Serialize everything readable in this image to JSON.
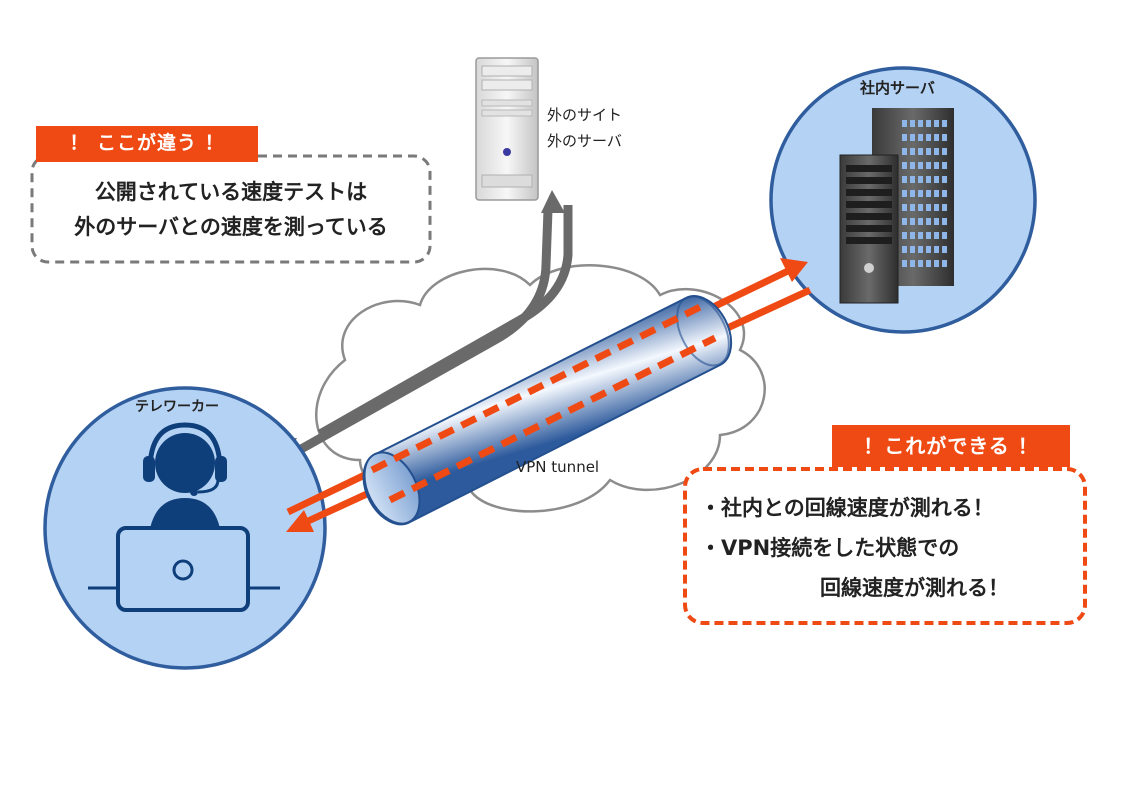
{
  "external": {
    "label_line1": "外のサイト",
    "label_line2": "外のサーバ"
  },
  "teleworker": {
    "label": "テレワーカー"
  },
  "internal_server": {
    "label": "社内サーバ"
  },
  "tunnel": {
    "label": "VPN tunnel"
  },
  "callout_diff": {
    "tag": "！ ここが違う ！",
    "line1": "公開されている速度テストは",
    "line2": "外のサーバとの速度を測っている"
  },
  "callout_can": {
    "tag": "！これができる ！",
    "line1": "・社内との回線速度が測れる！",
    "line2": "・VPN接続をした状態での",
    "line3": "回線速度が測れる！"
  },
  "colors": {
    "accent": "#f04a14",
    "circle_fill": "#b4d2f4",
    "circle_stroke": "#2f5d9e",
    "navy": "#0e3f7a",
    "gray_arrow": "#6a6a6a"
  }
}
